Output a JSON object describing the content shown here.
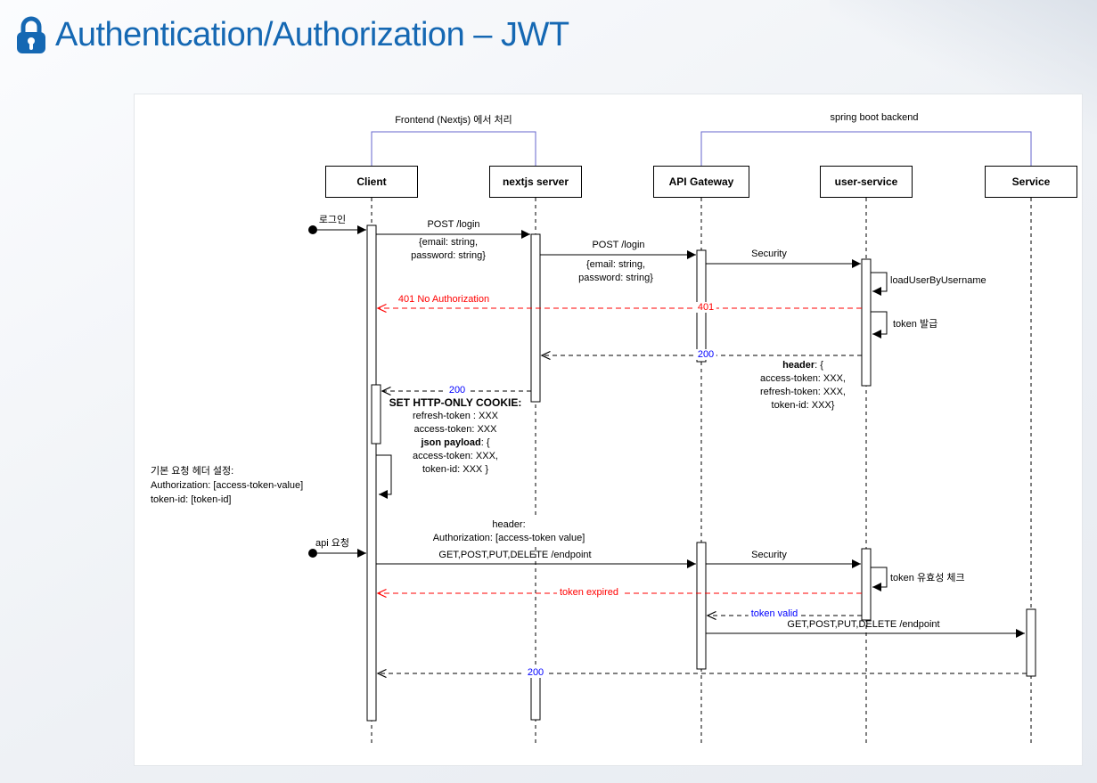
{
  "header": {
    "title": "Authentication/Authorization – JWT"
  },
  "colors": {
    "title_blue": "#1568b3",
    "group_bracket": "#6666cc",
    "error_red": "#ff0000",
    "status_blue": "#0000ff"
  },
  "diagram": {
    "groups": {
      "frontend": "Frontend (Nextjs) 에서 처리",
      "backend": "spring boot backend"
    },
    "participants": [
      "Client",
      "nextjs server",
      "API Gateway",
      "user-service",
      "Service"
    ],
    "messages": {
      "login_trigger": "로그인",
      "post_login_1": "POST /login",
      "payload_1_l1": "{email: string,",
      "payload_1_l2": "password: string}",
      "post_login_2": "POST /login",
      "payload_2_l1": "{email: string,",
      "payload_2_l2": "password: string}",
      "security_1": "Security",
      "load_user": "loadUserByUsername",
      "err_401_text": "401 No Authorization",
      "err_401_code": "401",
      "token_issue": "token 발급",
      "ok_200_backend": "200",
      "ok_200_frontend": "200",
      "api_trigger": "api 요청",
      "request_1": "GET,POST,PUT,DELETE /endpoint",
      "security_2": "Security",
      "token_check": "token 유효성 체크",
      "token_expired": "token expired",
      "token_valid": "token valid",
      "request_2": "GET,POST,PUT,DELETE /endpoint",
      "ok_200_final": "200"
    },
    "blocks": {
      "token_header": {
        "l1_bold": "header",
        "l1_rest": ": {",
        "l2": "access-token: XXX,",
        "l3": "refresh-token: XXX,",
        "l4": "token-id: XXX}"
      },
      "set_cookie": {
        "l1": "SET HTTP-ONLY COOKIE:",
        "l2": "refresh-token : XXX",
        "l3": "access-token: XXX",
        "l4_bold": "json payload",
        "l4_rest": ": {",
        "l5": "access-token: XXX,",
        "l6": "token-id: XXX }"
      },
      "default_headers": {
        "l1": "기본 요청 헤더 설정:",
        "l2": "Authorization: [access-token-value]",
        "l3": "token-id: [token-id]"
      },
      "request_header": {
        "l1": "header:",
        "l2": "Authorization: [access-token value]"
      }
    }
  }
}
